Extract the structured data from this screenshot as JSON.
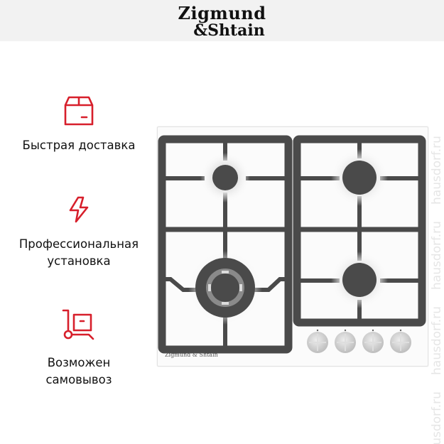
{
  "header": {
    "brand_line1": "Zigmund",
    "brand_line2": "&Shtain"
  },
  "features": [
    {
      "icon": "box-icon",
      "label_lines": [
        "Быстрая доставка"
      ]
    },
    {
      "icon": "lightning-icon",
      "label_lines": [
        "Профессиональная",
        "установка"
      ]
    },
    {
      "icon": "hand-truck-icon",
      "label_lines": [
        "Возможен",
        "самовывоз"
      ]
    }
  ],
  "product": {
    "type": "gas-hob",
    "burners": 4,
    "knobs": 4,
    "panel_logo": "Zigmund & Shtain"
  },
  "watermark": "hausdorf.ru",
  "colors": {
    "accent_red": "#d71f2b",
    "header_bg": "#f2f2f2",
    "grate": "#4a4a4a",
    "text": "#111111"
  }
}
